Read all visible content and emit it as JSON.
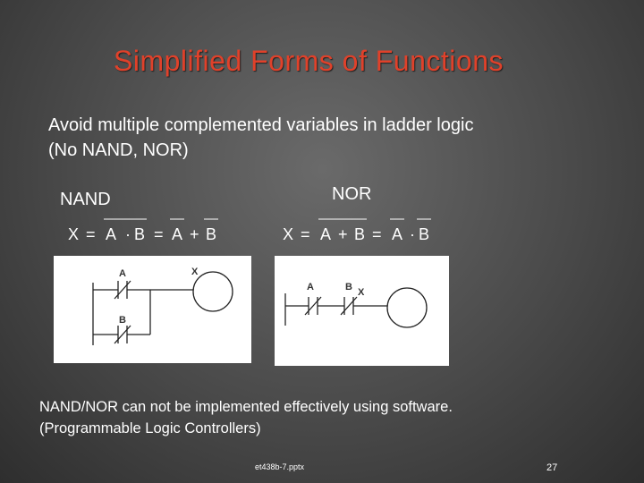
{
  "slide": {
    "title": "Simplified Forms of Functions",
    "bullet1_line1": "Avoid multiple complemented variables in ladder logic",
    "bullet1_line2": "(No NAND, NOR)",
    "nand_label": "NAND",
    "nor_label": "NOR",
    "nand_equation": {
      "lhs": "X",
      "eq": "=",
      "t1": "A",
      "dot": "·",
      "t2": "B",
      "t3": "A",
      "plus": "+",
      "t4": "B"
    },
    "nor_equation": {
      "lhs": "X",
      "eq": "=",
      "t1": "A",
      "plus": "+",
      "t2": "B",
      "t3": "A",
      "dot": "·",
      "t4": "B"
    },
    "nand_diagram": {
      "contact_a": "A",
      "contact_b": "B",
      "coil": "X"
    },
    "nor_diagram": {
      "contact_a": "A",
      "contact_b": "B",
      "coil": "X"
    },
    "bullet2_line1": "NAND/NOR can not be implemented effectively using software.",
    "bullet2_line2": "(Programmable Logic Controllers)",
    "footer": "et438b-7.pptx",
    "page_number": "27"
  }
}
